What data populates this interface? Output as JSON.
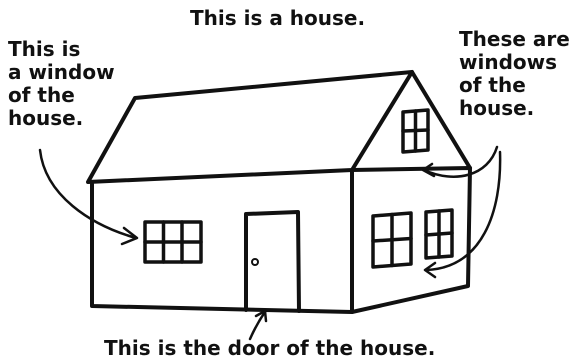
{
  "title": "This is a house.",
  "labels": {
    "left_window": [
      "This is",
      "a window",
      "of the",
      "house."
    ],
    "right_windows": [
      "These are",
      "windows",
      "of the",
      "house."
    ],
    "door": "This is the door of the house."
  },
  "colors": {
    "ink": "#111111",
    "background": "#ffffff"
  }
}
